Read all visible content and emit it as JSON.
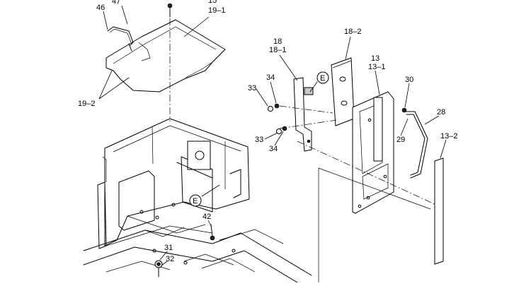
{
  "diagram": {
    "labels": {
      "p46": "46",
      "p47": "47",
      "p15": "15",
      "p19_1": "19–1",
      "p19_2": "19–2",
      "p18": "18",
      "p18_1": "18–1",
      "p18_2": "18–2",
      "p13": "13",
      "p13_1": "13–1",
      "p13_2": "13–2",
      "p30": "30",
      "p28": "28",
      "p29": "29",
      "p34_top": "34",
      "p33_top": "33",
      "p33_bot": "33",
      "p34_bot": "34",
      "p42": "42",
      "p31": "31",
      "p32": "32",
      "ref_e1": "E",
      "ref_e2": "E"
    }
  }
}
